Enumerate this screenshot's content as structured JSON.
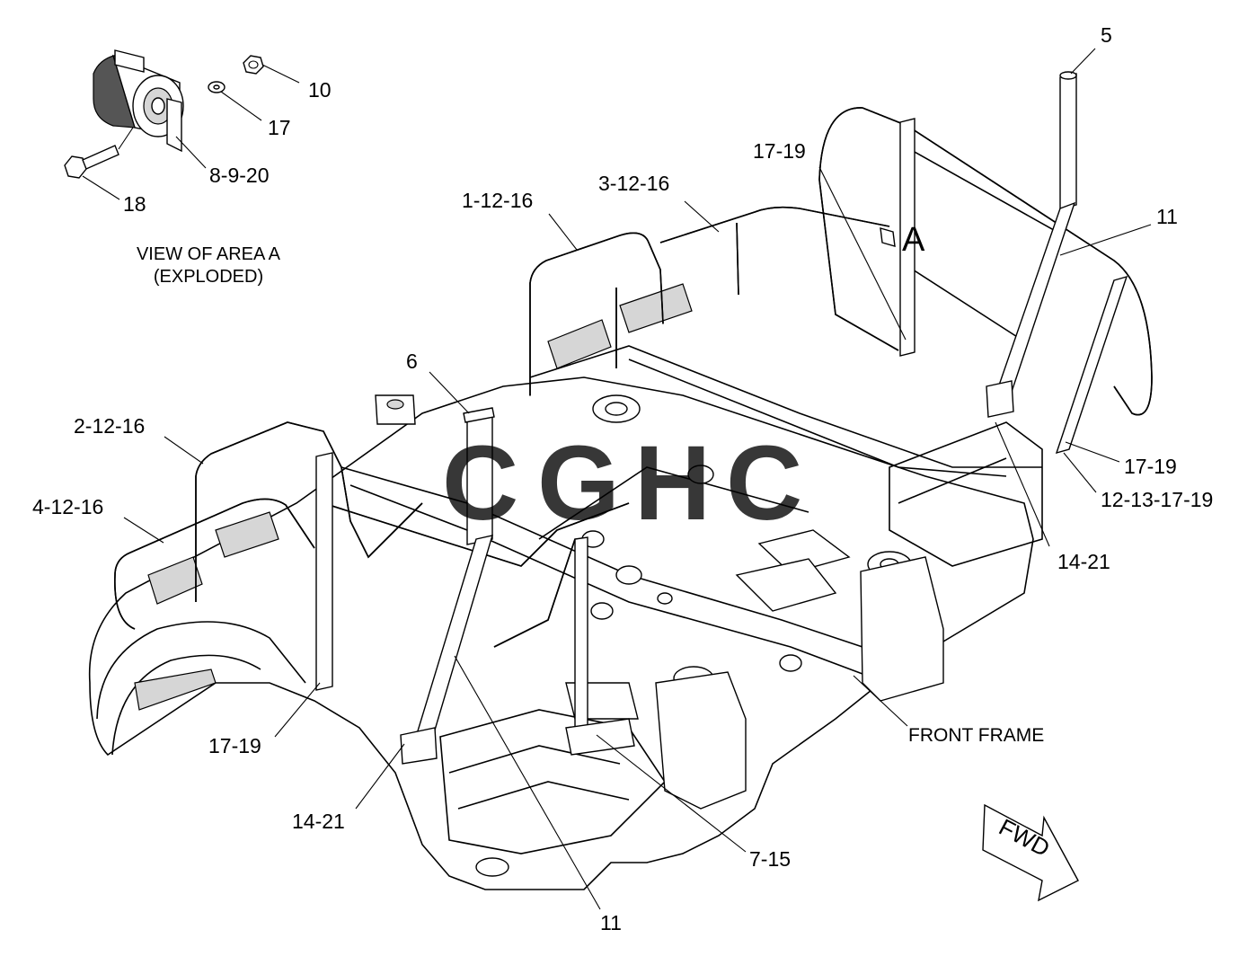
{
  "caption": {
    "line1": "VIEW OF AREA A",
    "line2": "(EXPLODED)"
  },
  "area_marker": "A",
  "frame_label": "FRONT FRAME",
  "fwd_label": "FWD",
  "watermark": "CGHC",
  "watermark_colors": [
    "#4a90e2",
    "#ef7b73",
    "#f2d048",
    "#4cae88"
  ],
  "callouts": [
    {
      "id": "c-5",
      "text": "5"
    },
    {
      "id": "c-10",
      "text": "10"
    },
    {
      "id": "c-17-top",
      "text": "17"
    },
    {
      "id": "c-8-9-20",
      "text": "8-9-20"
    },
    {
      "id": "c-18",
      "text": "18"
    },
    {
      "id": "c-17-19-top",
      "text": "17-19"
    },
    {
      "id": "c-3-12-16",
      "text": "3-12-16"
    },
    {
      "id": "c-1-12-16",
      "text": "1-12-16"
    },
    {
      "id": "c-11-right",
      "text": "11"
    },
    {
      "id": "c-6",
      "text": "6"
    },
    {
      "id": "c-2-12-16",
      "text": "2-12-16"
    },
    {
      "id": "c-4-12-16",
      "text": "4-12-16"
    },
    {
      "id": "c-17-19-right",
      "text": "17-19"
    },
    {
      "id": "c-12-13-17-19",
      "text": "12-13-17-19"
    },
    {
      "id": "c-14-21-right",
      "text": "14-21"
    },
    {
      "id": "c-17-19-left",
      "text": "17-19"
    },
    {
      "id": "c-14-21-left",
      "text": "14-21"
    },
    {
      "id": "c-7-15",
      "text": "7-15"
    },
    {
      "id": "c-11-bottom",
      "text": "11"
    }
  ]
}
